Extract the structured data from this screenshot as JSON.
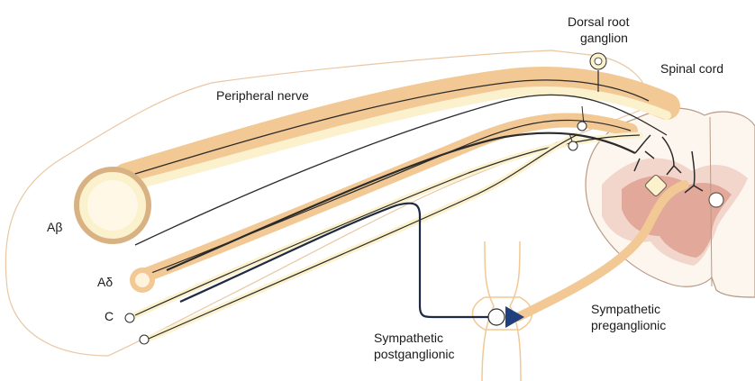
{
  "labels": {
    "dorsal_root_ganglion_line1": "Dorsal root",
    "dorsal_root_ganglion_line2": "ganglion",
    "spinal_cord": "Spinal cord",
    "peripheral_nerve": "Peripheral nerve",
    "a_beta": "Aβ",
    "a_delta": "Aδ",
    "c_fiber": "C",
    "sympathetic_postganglionic_line1": "Sympathetic",
    "sympathetic_postganglionic_line2": "postganglionic",
    "sympathetic_preganglionic_line1": "Sympathetic",
    "sympathetic_preganglionic_line2": "preganglionic"
  },
  "colors": {
    "myelin": "#f2c894",
    "axon_fill": "#fbf1cd",
    "sheath_outline": "#e9c7a4",
    "grey_matter": "#e2a89a",
    "grey_matter_light": "#f2d6cb",
    "white_matter": "#fdf6ee",
    "cord_outline": "#b89a86",
    "fiber_line": "#2b2b2b",
    "arrow": "#1f3f7f"
  }
}
